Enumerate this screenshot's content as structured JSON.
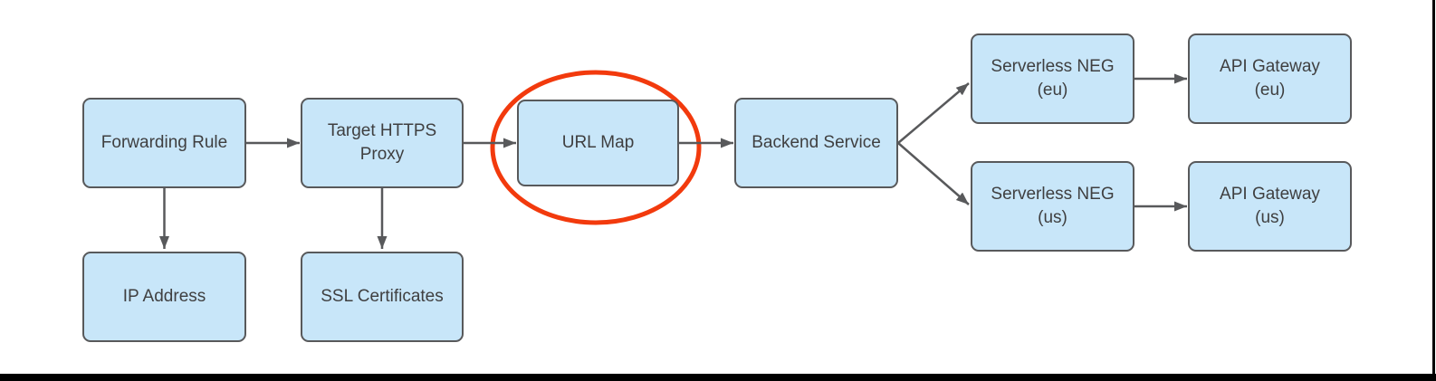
{
  "colors": {
    "node_fill": "#C8E6F9",
    "node_border": "#58595B",
    "connector": "#58595B",
    "text": "#3F3F40",
    "highlight_ellipse": "#F23A0D",
    "background": "#FFFFFF",
    "bottom_bar": "#000000"
  },
  "nodes": {
    "forwarding_rule": {
      "lines": [
        "Forwarding Rule"
      ]
    },
    "target_https_proxy": {
      "lines": [
        "Target HTTPS",
        "Proxy"
      ]
    },
    "url_map": {
      "lines": [
        "URL Map"
      ]
    },
    "backend_service": {
      "lines": [
        "Backend Service"
      ]
    },
    "serverless_neg_eu": {
      "lines": [
        "Serverless NEG",
        "(eu)"
      ]
    },
    "api_gateway_eu": {
      "lines": [
        "API Gateway",
        "(eu)"
      ]
    },
    "serverless_neg_us": {
      "lines": [
        "Serverless NEG",
        "(us)"
      ]
    },
    "api_gateway_us": {
      "lines": [
        "API Gateway",
        "(us)"
      ]
    },
    "ip_address": {
      "lines": [
        "IP Address"
      ]
    },
    "ssl_certificates": {
      "lines": [
        "SSL Certificates"
      ]
    }
  },
  "edges": [
    {
      "from": "forwarding_rule",
      "to": "target_https_proxy"
    },
    {
      "from": "target_https_proxy",
      "to": "url_map"
    },
    {
      "from": "url_map",
      "to": "backend_service"
    },
    {
      "from": "backend_service",
      "to": "serverless_neg_eu"
    },
    {
      "from": "backend_service",
      "to": "serverless_neg_us"
    },
    {
      "from": "serverless_neg_eu",
      "to": "api_gateway_eu"
    },
    {
      "from": "serverless_neg_us",
      "to": "api_gateway_us"
    },
    {
      "from": "forwarding_rule",
      "to": "ip_address"
    },
    {
      "from": "target_https_proxy",
      "to": "ssl_certificates"
    }
  ],
  "annotation": {
    "shape": "ellipse",
    "highlights": "url_map",
    "color": "#F23A0D"
  }
}
